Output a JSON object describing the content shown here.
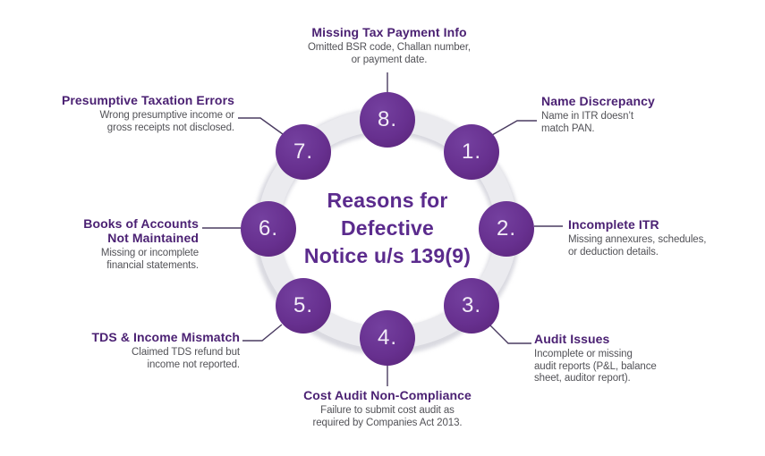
{
  "center": {
    "title": "Reasons for\nDefective\nNotice u/s 139(9)"
  },
  "items": [
    {
      "number": "1.",
      "title": "Name Discrepancy",
      "description": "Name in ITR doesn’t\nmatch PAN."
    },
    {
      "number": "2.",
      "title": "Incomplete ITR",
      "description": "Missing annexures, schedules,\nor deduction details."
    },
    {
      "number": "3.",
      "title": "Audit Issues",
      "description": "Incomplete or missing\naudit reports (P&L, balance\nsheet, auditor report)."
    },
    {
      "number": "4.",
      "title": "Cost Audit Non-Compliance",
      "description": "Failure to submit cost audit as\nrequired by Companies Act 2013."
    },
    {
      "number": "5.",
      "title": "TDS & Income Mismatch",
      "description": "Claimed TDS refund but\nincome not reported."
    },
    {
      "number": "6.",
      "title": "Books of Accounts\nNot Maintained",
      "description": "Missing or incomplete\nfinancial statements."
    },
    {
      "number": "7.",
      "title": "Presumptive Taxation Errors",
      "description": "Wrong presumptive income or\ngross receipts not disclosed."
    },
    {
      "number": "8.",
      "title": "Missing Tax Payment Info",
      "description": "Omitted BSR code, Challan number,\nor payment date."
    }
  ],
  "colors": {
    "circle_purple": "#67308f",
    "center_title_purple": "#5b2b8d",
    "label_title_purple": "#4b2173",
    "description_gray": "#525257",
    "connector_line": "#4a3b61",
    "ring_gray": "#e9e9ed",
    "background": "#ffffff"
  }
}
